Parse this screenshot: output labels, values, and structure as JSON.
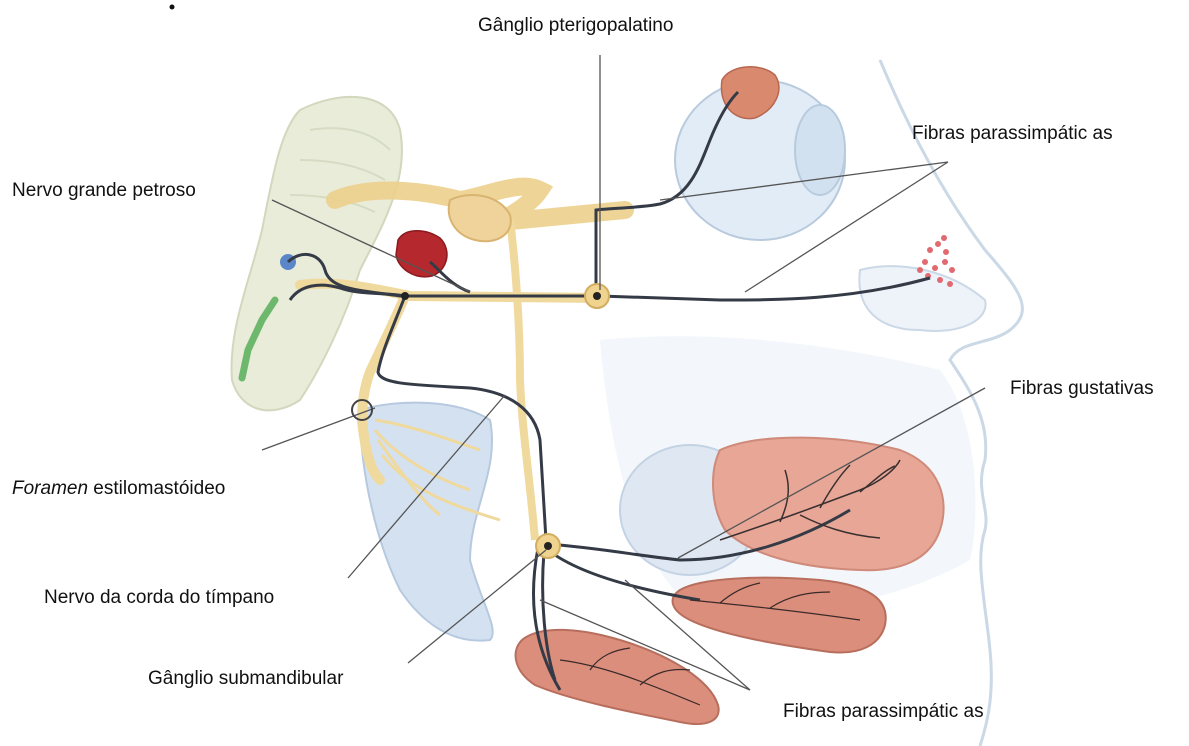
{
  "labels": {
    "pterygopalatine_ganglion": "Gânglio pterigopalatino",
    "parasympathetic_fibers_upper": "Fibras parassimpátic as",
    "greater_petrosal_nerve": "Nervo grande petroso",
    "taste_fibers": "Fibras gustativas",
    "stylomastoid_foramen_italic": "Foramen",
    "stylomastoid_foramen_rest": " estilomastóideo",
    "chorda_tympani_nerve": "Nervo da corda do tímpano",
    "submandibular_ganglion": "Gânglio submandibular",
    "parasympathetic_fibers_lower": "Fibras parassimpátic as"
  },
  "colors": {
    "nerve_dark": "#3a4250",
    "nerve_sheath": "#e9c77c",
    "nerve_yellow": "#f1d690",
    "brainstem": "#e6ebd6",
    "face_outline": "#bfcfe0",
    "eye": "#d6e4f2",
    "lacrimal_gland": "#d98268",
    "nasal_glands": "#d9565e",
    "tongue": "#e3a295",
    "salivary_gland": "#d88b78",
    "parotid": "#c9d9ec",
    "geniculate_ganglion": "#b22a2e",
    "leader_line": "#555555"
  }
}
